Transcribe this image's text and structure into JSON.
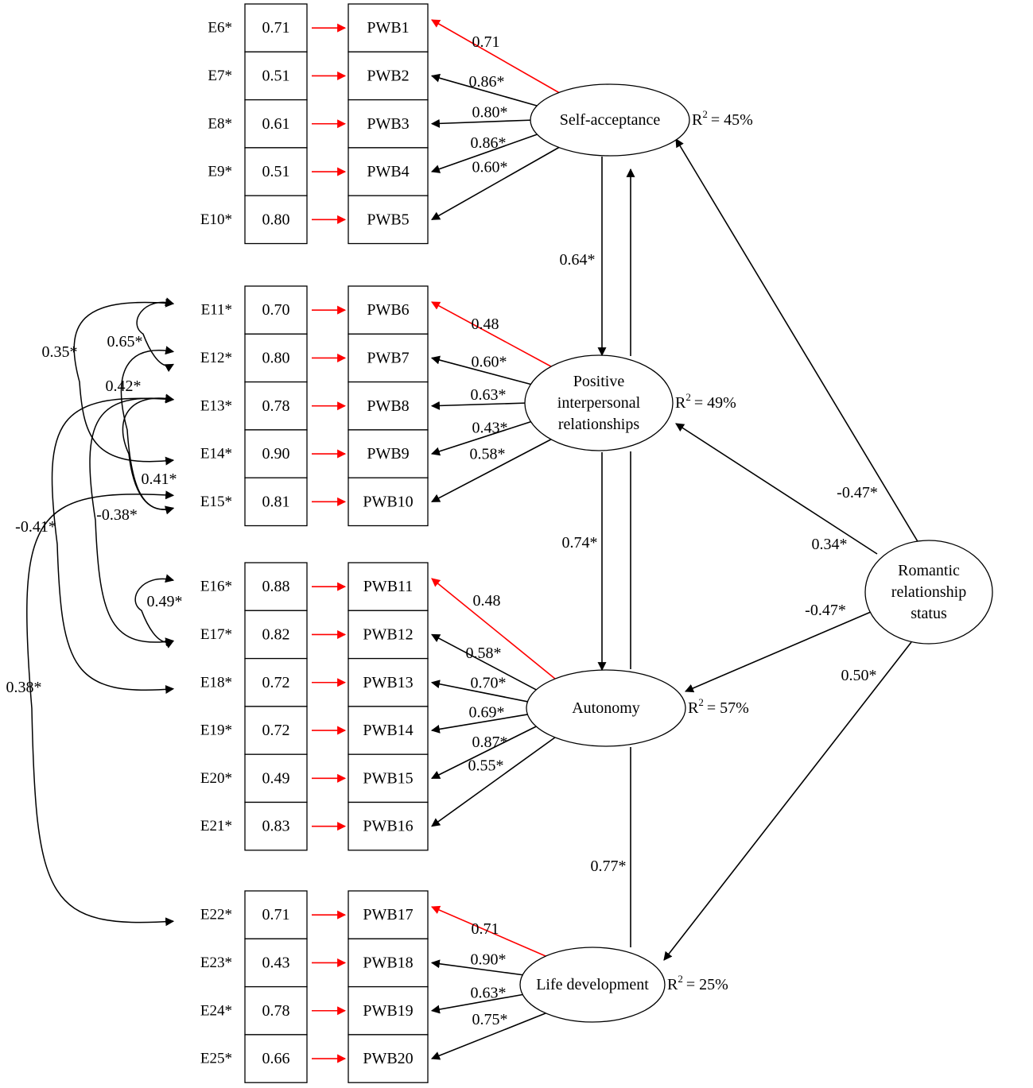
{
  "colors": {
    "loading_arrow": "#ff0000",
    "path_arrow": "#000000"
  },
  "blocks": [
    {
      "latent": {
        "name": "Self-acceptance",
        "lines": [
          "Self-acceptance"
        ],
        "r2": "= 45%"
      },
      "rows": [
        {
          "error": "E6*",
          "variance": "0.71",
          "indicator": "PWB1",
          "loading": "0.71",
          "first": true
        },
        {
          "error": "E7*",
          "variance": "0.51",
          "indicator": "PWB2",
          "loading": "0.86*"
        },
        {
          "error": "E8*",
          "variance": "0.61",
          "indicator": "PWB3",
          "loading": "0.80*"
        },
        {
          "error": "E9*",
          "variance": "0.51",
          "indicator": "PWB4",
          "loading": "0.86*"
        },
        {
          "error": "E10*",
          "variance": "0.80",
          "indicator": "PWB5",
          "loading": "0.60*"
        }
      ]
    },
    {
      "latent": {
        "name": "Positive interpersonal relationships",
        "lines": [
          "Positive",
          "interpersonal",
          "relationships"
        ],
        "r2": "= 49%"
      },
      "rows": [
        {
          "error": "E11*",
          "variance": "0.70",
          "indicator": "PWB6",
          "loading": "0.48",
          "first": true
        },
        {
          "error": "E12*",
          "variance": "0.80",
          "indicator": "PWB7",
          "loading": "0.60*"
        },
        {
          "error": "E13*",
          "variance": "0.78",
          "indicator": "PWB8",
          "loading": "0.63*"
        },
        {
          "error": "E14*",
          "variance": "0.90",
          "indicator": "PWB9",
          "loading": "0.43*"
        },
        {
          "error": "E15*",
          "variance": "0.81",
          "indicator": "PWB10",
          "loading": "0.58*"
        }
      ]
    },
    {
      "latent": {
        "name": "Autonomy",
        "lines": [
          "Autonomy"
        ],
        "r2": "= 57%"
      },
      "rows": [
        {
          "error": "E16*",
          "variance": "0.88",
          "indicator": "PWB11",
          "loading": "0.48",
          "first": true
        },
        {
          "error": "E17*",
          "variance": "0.82",
          "indicator": "PWB12",
          "loading": "0.58*"
        },
        {
          "error": "E18*",
          "variance": "0.72",
          "indicator": "PWB13",
          "loading": "0.70*"
        },
        {
          "error": "E19*",
          "variance": "0.72",
          "indicator": "PWB14",
          "loading": "0.69*"
        },
        {
          "error": "E20*",
          "variance": "0.49",
          "indicator": "PWB15",
          "loading": "0.87*"
        },
        {
          "error": "E21*",
          "variance": "0.83",
          "indicator": "PWB16",
          "loading": "0.55*"
        }
      ]
    },
    {
      "latent": {
        "name": "Life development",
        "lines": [
          "Life development"
        ],
        "r2": "= 25%"
      },
      "rows": [
        {
          "error": "E22*",
          "variance": "0.71",
          "indicator": "PWB17",
          "loading": "0.71",
          "first": true
        },
        {
          "error": "E23*",
          "variance": "0.43",
          "indicator": "PWB18",
          "loading": "0.90*"
        },
        {
          "error": "E24*",
          "variance": "0.78",
          "indicator": "PWB19",
          "loading": "0.63*"
        },
        {
          "error": "E25*",
          "variance": "0.66",
          "indicator": "PWB20",
          "loading": "0.75*"
        }
      ]
    }
  ],
  "predictor": {
    "name": "Romantic relationship status",
    "lines": [
      "Romantic",
      "relationship",
      "status"
    ]
  },
  "r2_symbol": "R",
  "r2_superscript": "2",
  "predictor_paths": [
    {
      "to": "Self-acceptance",
      "coef": "-0.47*"
    },
    {
      "to": "Positive interpersonal relationships",
      "coef": "0.34*"
    },
    {
      "to": "Autonomy",
      "coef": "-0.47*"
    },
    {
      "to": "Life development",
      "coef": "0.50*"
    }
  ],
  "structural_paths": [
    {
      "from": "Self-acceptance",
      "to": "Positive interpersonal relationships",
      "coef": "0.64*"
    },
    {
      "from": "Positive interpersonal relationships",
      "to": "Autonomy",
      "coef": "0.74*"
    },
    {
      "from": "Life development",
      "to": "Self-acceptance",
      "coef": "0.77*"
    }
  ],
  "error_covariances": [
    {
      "between": [
        "E11*",
        "E12*"
      ],
      "coef": "0.65*"
    },
    {
      "between": [
        "E11*",
        "E14*"
      ],
      "coef": "0.35*"
    },
    {
      "between": [
        "E12*",
        "E15*"
      ],
      "coef": "0.42*"
    },
    {
      "between": [
        "E13*",
        "E15*"
      ],
      "coef": "0.41*"
    },
    {
      "between": [
        "E13*",
        "E17*"
      ],
      "coef": "-0.38*"
    },
    {
      "between": [
        "E13*",
        "E18*"
      ],
      "coef": "-0.41*"
    },
    {
      "between": [
        "E15*",
        "E22*"
      ],
      "coef": "0.38*"
    },
    {
      "between": [
        "E16*",
        "E17*"
      ],
      "coef": "0.49*"
    }
  ]
}
